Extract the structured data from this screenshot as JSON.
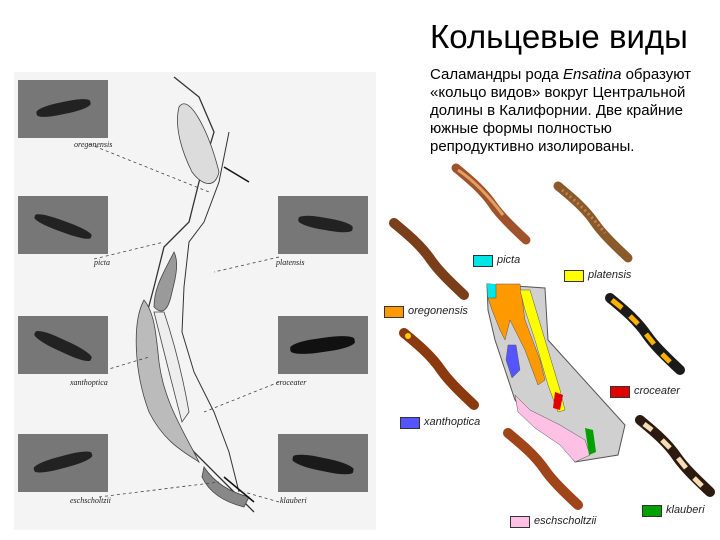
{
  "title": "Кольцевые виды",
  "description": {
    "before": "Саламандры рода ",
    "genus": "Ensatina",
    "after": " образуют «кольцо видов» вокруг Центральной долины в Калифорнии. Две крайние южные формы полностью репродуктивно изолированы."
  },
  "left_labels": {
    "oregonensis": "oregonensis",
    "picta": "picta",
    "platensis": "platensis",
    "xanthoptica": "xanthoptica",
    "croceater": "croceater",
    "eschscholtzii": "eschscholtzii",
    "klauberi": "klauberi"
  },
  "species": [
    {
      "key": "picta",
      "label": "picta",
      "color": "#00e5e5"
    },
    {
      "key": "platensis",
      "label": "platensis",
      "color": "#ffff00"
    },
    {
      "key": "oregonensis",
      "label": "oregonensis",
      "color": "#ff9900"
    },
    {
      "key": "croceater",
      "label": "croceater",
      "color": "#e00000"
    },
    {
      "key": "xanthoptica",
      "label": "xanthoptica",
      "color": "#5555ff"
    },
    {
      "key": "eschscholtzii",
      "label": "eschscholtzii",
      "color": "#ffc0e6"
    },
    {
      "key": "klauberi",
      "label": "klauberi",
      "color": "#00a000"
    }
  ],
  "colors": {
    "california": "#d0d0d0",
    "valley": "#a8a8a8"
  }
}
